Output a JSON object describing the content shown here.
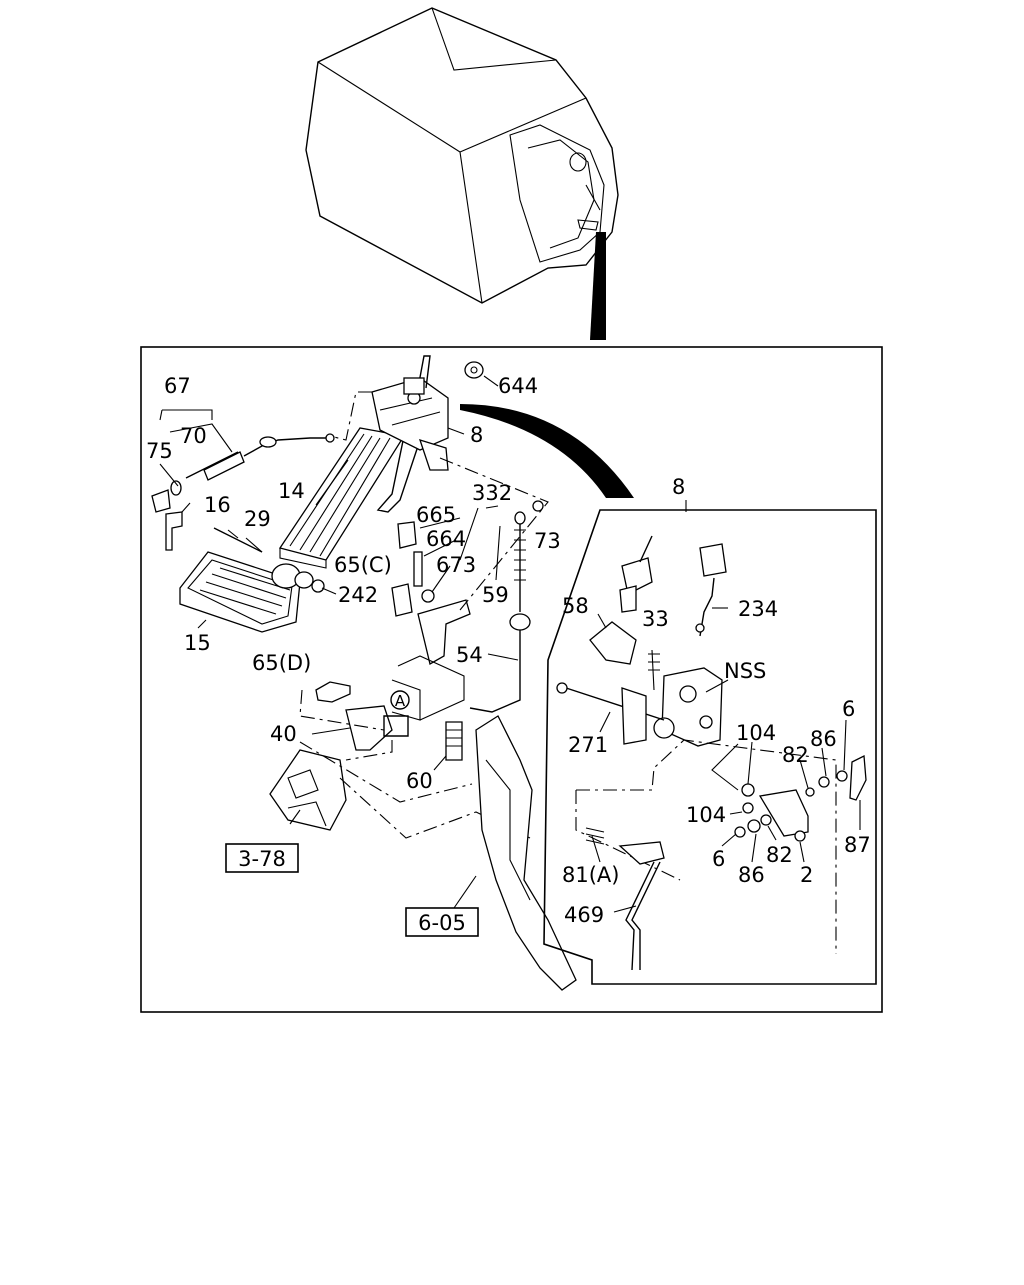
{
  "diagram": {
    "labels": {
      "p67": "67",
      "p70": "70",
      "p75": "75",
      "p16": "16",
      "p29": "29",
      "p14": "14",
      "p15": "15",
      "p242": "242",
      "p644": "644",
      "p8": "8",
      "p332": "332",
      "p665": "665",
      "p664": "664",
      "p673": "673",
      "p73": "73",
      "p59": "59",
      "p65c": "65(C)",
      "p65d": "65(D)",
      "p54": "54",
      "p40": "40",
      "p60": "60",
      "pA": "A",
      "d8": "8",
      "d234": "234",
      "d58": "58",
      "d33": "33",
      "dNSS": "NSS",
      "d271": "271",
      "d104a": "104",
      "d104b": "104",
      "d82a": "82",
      "d82b": "82",
      "d86a": "86",
      "d86b": "86",
      "d6a": "6",
      "d6b": "6",
      "d87": "87",
      "d2": "2",
      "d81a": "81(A)",
      "d469": "469"
    },
    "refs": {
      "r378": "3-78",
      "r605": "6-05"
    }
  }
}
